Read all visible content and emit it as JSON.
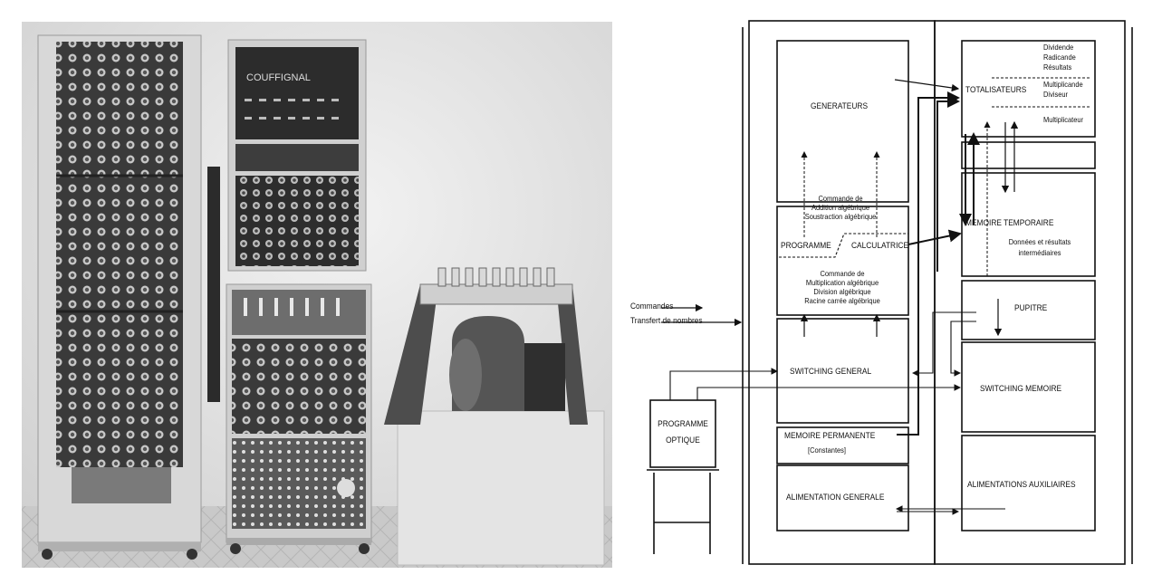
{
  "photo": {
    "panel_label": "COUFFIGNAL"
  },
  "diagram": {
    "side_legend": {
      "commandes": "Commandes",
      "transfert": "Transfert de nombres"
    },
    "generateurs": "GENERATEURS",
    "commande_add": [
      "Commande de",
      "Addition algébrique",
      "Soustraction algébrique"
    ],
    "programme": "PROGRAMME",
    "calculatrice": "CALCULATRICE",
    "commande_mult": [
      "Commande de",
      "Multiplication algébrique",
      "Division algébrique",
      "Racine carrée algébrique"
    ],
    "switching_general": "SWITCHING GENERAL",
    "memoire_permanente": "MEMOIRE PERMANENTE",
    "constantes": "[Constantes]",
    "alimentation_generale": "ALIMENTATION GENERALE",
    "programme_optique": [
      "PROGRAMME",
      "OPTIQUE"
    ],
    "totalisateurs": "TOTALISATEURS",
    "tot_group1": [
      "Dividende",
      "Radicande",
      "Résultats"
    ],
    "tot_group2": [
      "Multiplicande",
      "Diviseur"
    ],
    "tot_group3": "Multiplicateur",
    "memoire_temporaire": "MEMOIRE TEMPORAIRE",
    "donnees": [
      "Données et résultats",
      "intermédiaires"
    ],
    "pupitre": "PUPITRE",
    "switching_memoire": "SWITCHING MEMOIRE",
    "alimentations_aux": "ALIMENTATIONS AUXILIAIRES"
  }
}
